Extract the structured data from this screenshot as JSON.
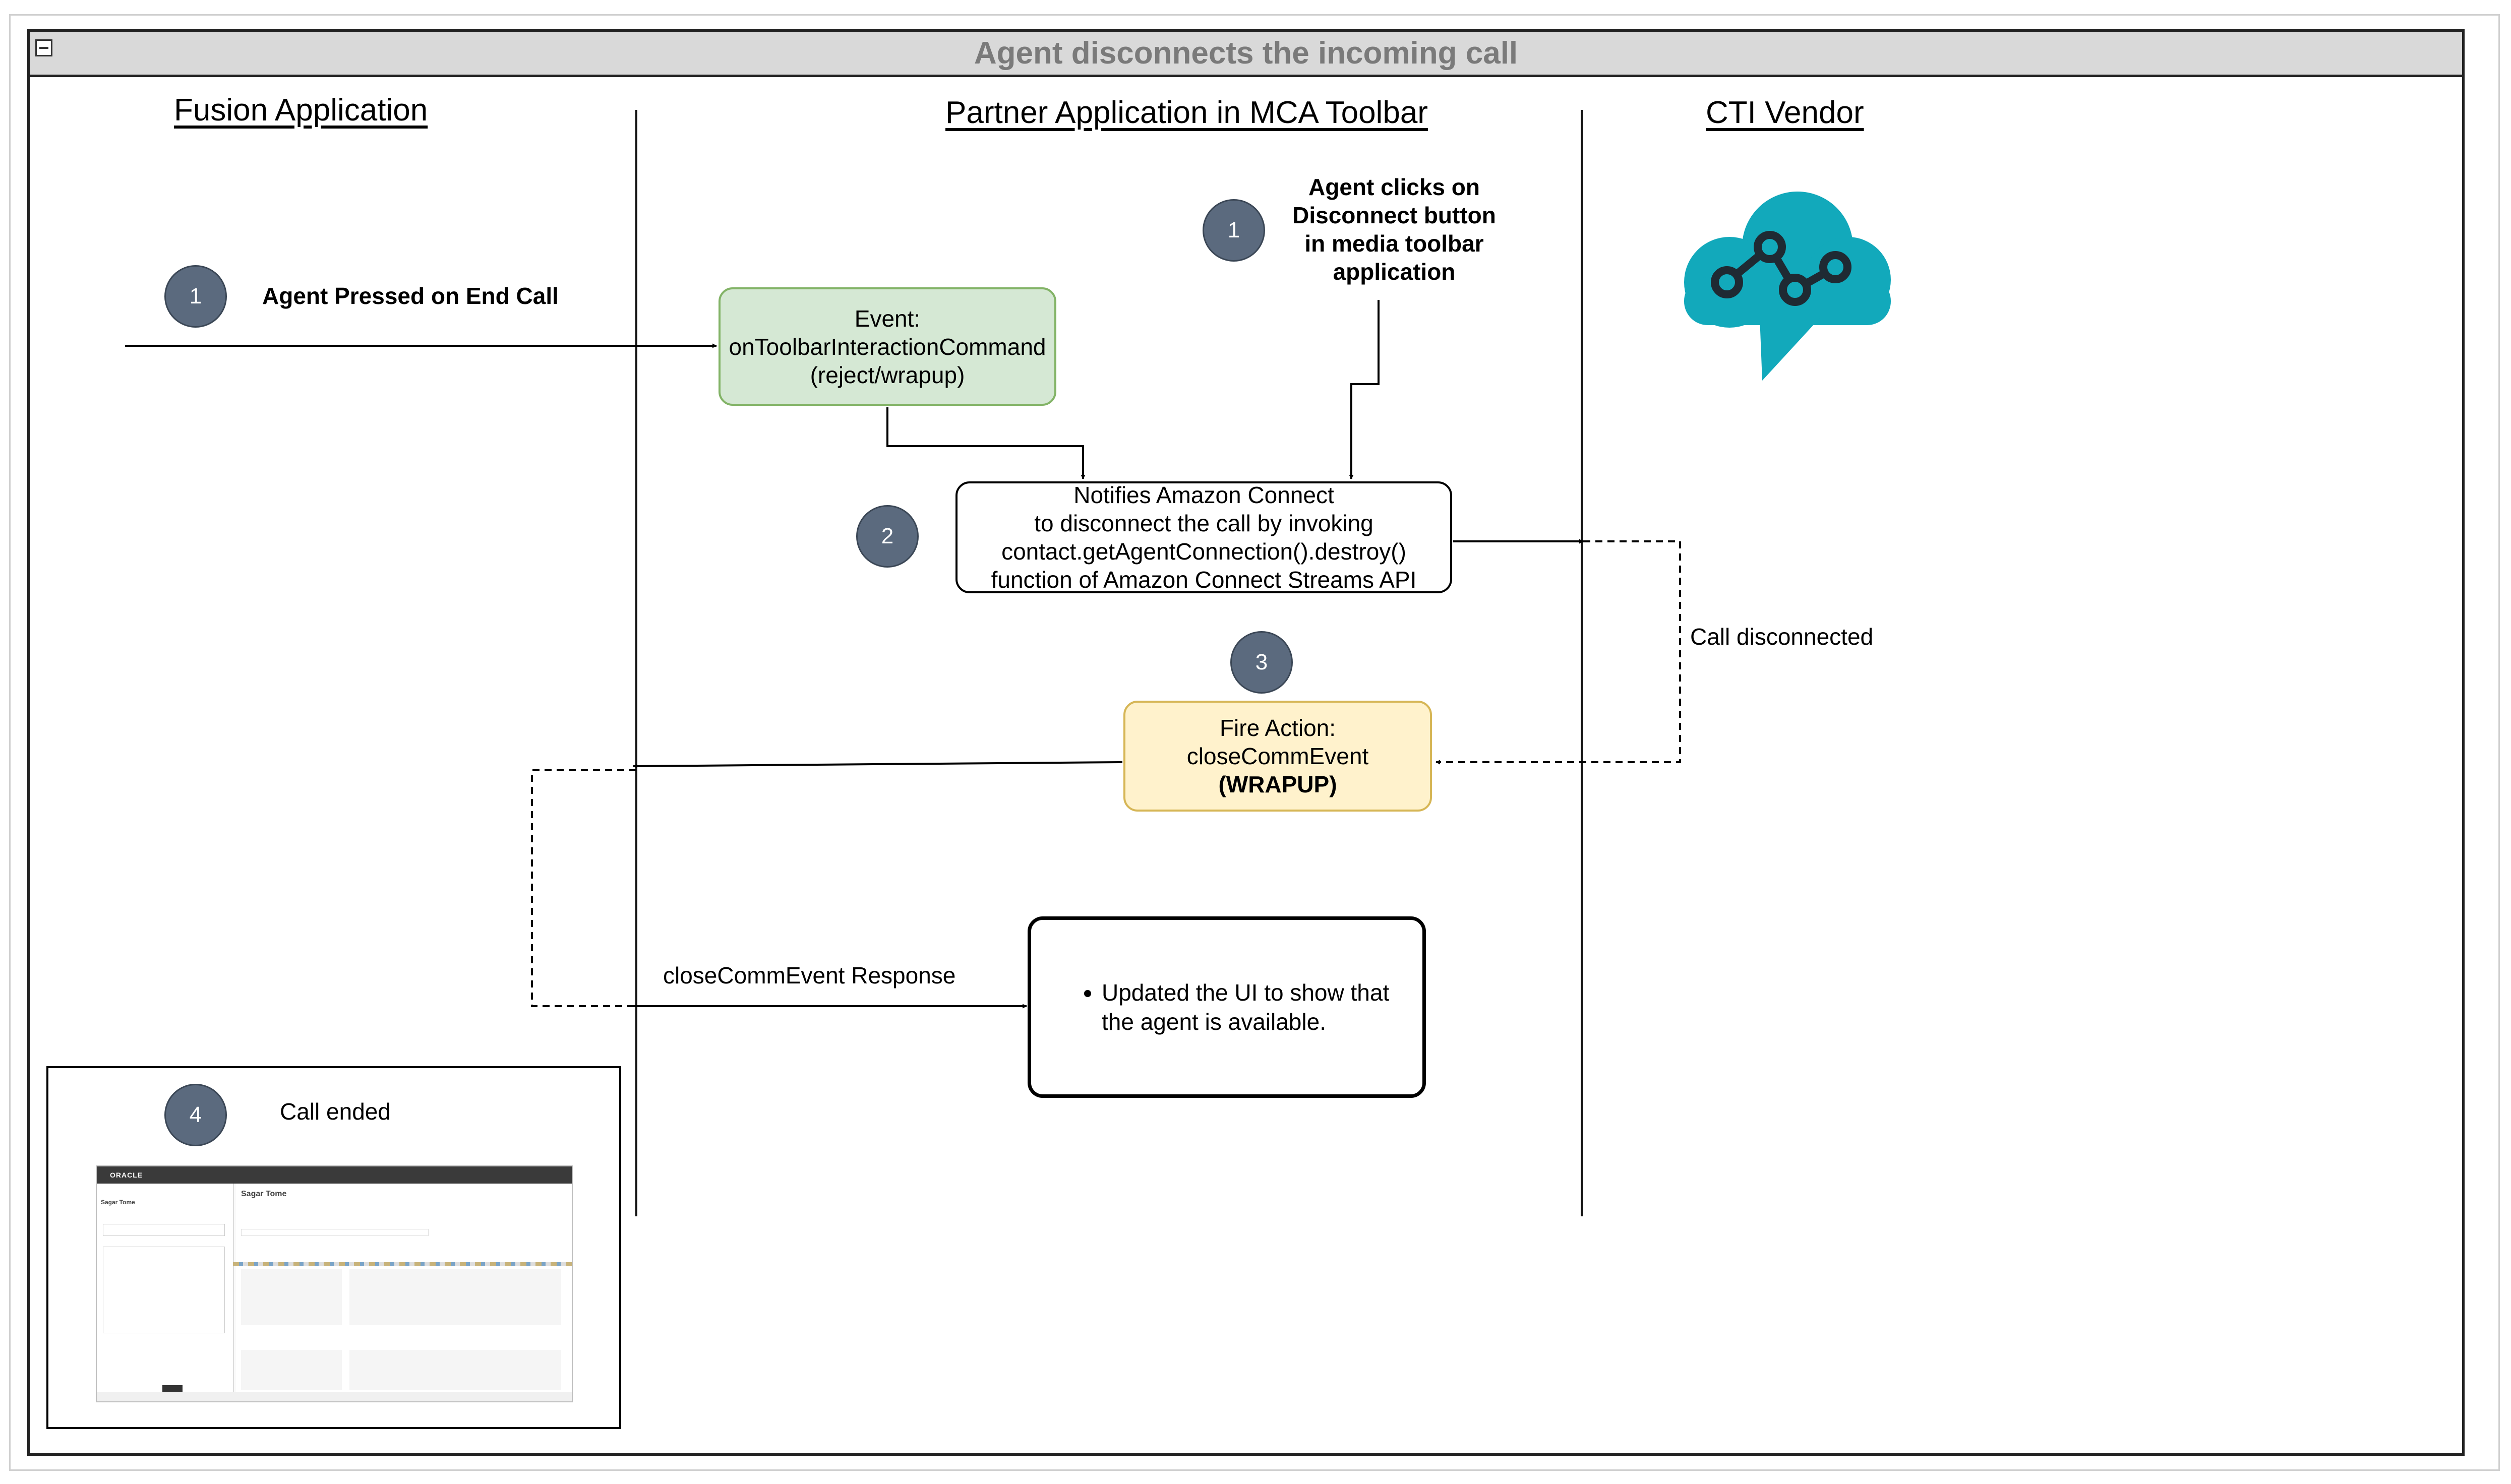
{
  "title": "Agent disconnects the incoming call",
  "lanes": {
    "fusion": "Fusion Application",
    "partner": "Partner Application in MCA Toolbar",
    "cti": "CTI Vendor"
  },
  "steps": {
    "fusion_1_number": "1",
    "fusion_1_label": "Agent Pressed on End Call",
    "partner_1_number": "1",
    "partner_1_label_lines": [
      "Agent clicks on",
      "Disconnect button",
      "in media toolbar",
      "application"
    ],
    "step_2_number": "2",
    "step_3_number": "3",
    "step_4_number": "4",
    "step_4_label": "Call ended"
  },
  "boxes": {
    "event_lines": [
      "Event:",
      "onToolbarInteractionCommand",
      "(reject/wrapup)"
    ],
    "notify_lines": [
      "Notifies Amazon Connect",
      "to disconnect the call by invoking",
      "contact.getAgentConnection().destroy()",
      "function of Amazon Connect Streams API"
    ],
    "fire_line1": "Fire Action:",
    "fire_line2": "closeCommEvent",
    "fire_line3": "(WRAPUP)",
    "result_item": "Updated the UI to show that the agent is available."
  },
  "edges": {
    "call_disconnected": "Call disconnected",
    "close_response": "closeCommEvent Response"
  },
  "screenshot": {
    "brand": "ORACLE",
    "contact_name": "Sagar Tome"
  },
  "colors": {
    "step_circle": "#5b6a7e",
    "event_fill": "#d5e8d4",
    "fire_fill": "#fff2cc",
    "cloud": "#12a9bb"
  },
  "icons": {
    "collapse": "minus-box-icon",
    "cti_logo": "cloud-network-icon"
  }
}
